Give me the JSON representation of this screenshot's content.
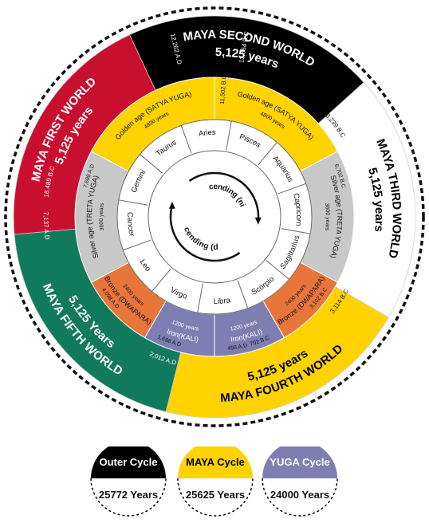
{
  "colors": {
    "black": "#000000",
    "crimson": "#c8102e",
    "white": "#ffffff",
    "yellow": "#ffd200",
    "teal": "#127a5c",
    "gray": "#c8c8c8",
    "orange": "#e8763a",
    "purple": "#7d7fb3"
  },
  "maya_worlds": [
    {
      "id": "second",
      "line1": "MAYA SECOND WORLD",
      "line2": "5,125 years",
      "color": "#000000",
      "text_color": "#ffffff"
    },
    {
      "id": "third",
      "line1": "MAYA THIRD WORLD",
      "line2": "5,125 years",
      "color": "#ffffff",
      "text_color": "#000000"
    },
    {
      "id": "fourth",
      "line1": "MAYA FOURTH WORLD",
      "line2": "5,125 years",
      "color": "#ffd200",
      "text_color": "#000000"
    },
    {
      "id": "fifth",
      "line1": "MAYA FIFTH WORLD",
      "line2": "5,125 Years",
      "color": "#127a5c",
      "text_color": "#ffffff"
    },
    {
      "id": "first",
      "line1": "MAYA FIRST WORLD",
      "line2": "5,125 years",
      "color": "#c8102e",
      "text_color": "#ffffff"
    }
  ],
  "maya_dates": [
    "13,364 B.C",
    "12,262 A.D",
    "8,239 B.C",
    "3,114 B.C",
    "2,012 A.D",
    "7,137 A.D",
    "18,489 B.C"
  ],
  "yuga_ages": [
    {
      "id": "golden-right",
      "line1": "Golden age (SATYA YUGA)",
      "line2": "4800 years",
      "color": "#ffd200"
    },
    {
      "id": "silver-right",
      "line1": "Silver age (TRETA YUGA)",
      "line2": "3600 years",
      "color": "#c8c8c8"
    },
    {
      "id": "bronze-right",
      "line1": "Bronze (DWAPARA)",
      "line2": "2400 years",
      "color": "#e8763a"
    },
    {
      "id": "iron-right",
      "line1": "Iron(KALI)",
      "line2": "1200 years",
      "color": "#7d7fb3"
    },
    {
      "id": "iron-left",
      "line1": "Iron(KALI)",
      "line2": "1200 years",
      "color": "#7d7fb3"
    },
    {
      "id": "bronze-left",
      "line1": "Bronze (DWAPARA)",
      "line2": "2400 years",
      "color": "#e8763a"
    },
    {
      "id": "silver-left",
      "line1": "Silver age (TRETA YUGA)",
      "line2": "3600 years",
      "color": "#c8c8c8"
    },
    {
      "id": "golden-left",
      "line1": "Golden age (SATYA YUGA)",
      "line2": "4800 years",
      "color": "#ffd200"
    }
  ],
  "yuga_dates": [
    "11,502 B.C",
    "6,702 B.C",
    "3,102 B.C",
    "702 B.C",
    "498 A.D",
    "1,698 A.D",
    "4,098 A.D",
    "7,698 A.D"
  ],
  "zodiac": [
    "Pisces",
    "Aquarius",
    "Capricorn",
    "Sagittarius",
    "Scorpio",
    "Libra",
    "Virgo",
    "Leo",
    "Cancer",
    "Gemini",
    "Taurus",
    "Aries"
  ],
  "center": {
    "descending": "Descending (night)",
    "ascending": "Ascending (day)"
  },
  "legend": [
    {
      "label": "Outer Cycle",
      "value": "25772 Years",
      "color": "#000000",
      "label_color": "#ffffff"
    },
    {
      "label": "MAYA Cycle",
      "value": "25625 Years",
      "color": "#ffd200",
      "label_color": "#000000"
    },
    {
      "label": "YUGA Cycle",
      "value": "24000 Years",
      "color": "#7d7fb3",
      "label_color": "#ffffff"
    }
  ]
}
